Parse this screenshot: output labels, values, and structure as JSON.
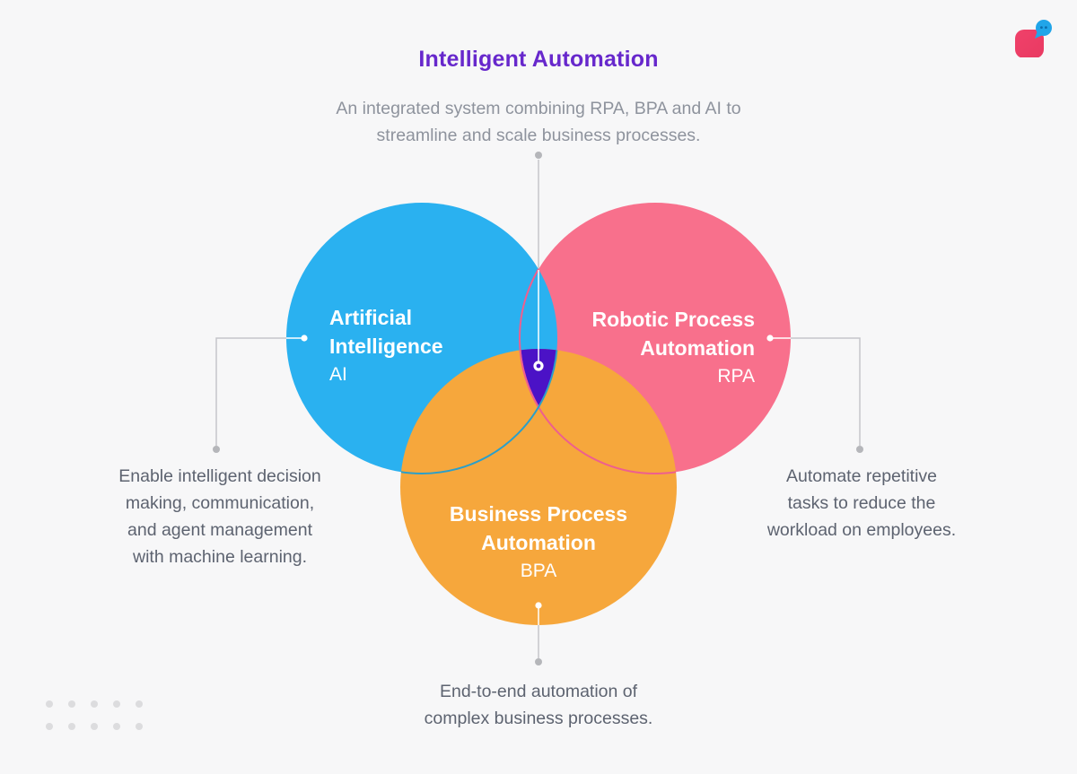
{
  "header": {
    "title": "Intelligent Automation",
    "subtitle_lines": [
      "An integrated system combining RPA, BPA and AI to",
      "streamline and scale business processes."
    ]
  },
  "venn": {
    "circles": [
      {
        "id": "ai",
        "name_lines": [
          "Artificial",
          "Intelligence"
        ],
        "acronym": "AI",
        "fill": "#2ab1f0",
        "stroke": "#2b9fc9"
      },
      {
        "id": "rpa",
        "name_lines": [
          "Robotic Process",
          "Automation"
        ],
        "acronym": "RPA",
        "fill": "#f8708c",
        "stroke": "#ee5f8e"
      },
      {
        "id": "bpa",
        "name_lines": [
          "Business Process",
          "Automation"
        ],
        "acronym": "BPA",
        "fill": "#f6a73c",
        "stroke": "#f6a73c"
      }
    ],
    "center_fill": "#4b12c6"
  },
  "annotations": {
    "ai": {
      "lines": [
        "Enable intelligent decision",
        "making, communication,",
        "and agent management",
        "with machine learning."
      ]
    },
    "rpa": {
      "lines": [
        "Automate repetitive",
        "tasks to reduce the",
        "workload on employees."
      ]
    },
    "bpa": {
      "lines": [
        "End-to-end automation of",
        "complex business processes."
      ]
    }
  },
  "colors": {
    "background": "#f7f7f8",
    "title": "#6728cc",
    "subtitle": "#8e939d",
    "body_text": "#5d6370",
    "connector": "#c5c6ca",
    "connector_on_fill": "#ffffff",
    "endpoint_dot": "#b5b6ba",
    "marker_dot": "#ffffff",
    "decor_dot": "#dcdcde",
    "logo_square": "#f0416a",
    "logo_square_dark": "#e93a62",
    "logo_bubble": "#21a5e9",
    "logo_bubble_eyes": "#0d6cab"
  },
  "decoration": {
    "dot_rows": 2,
    "dot_cols": 5
  }
}
